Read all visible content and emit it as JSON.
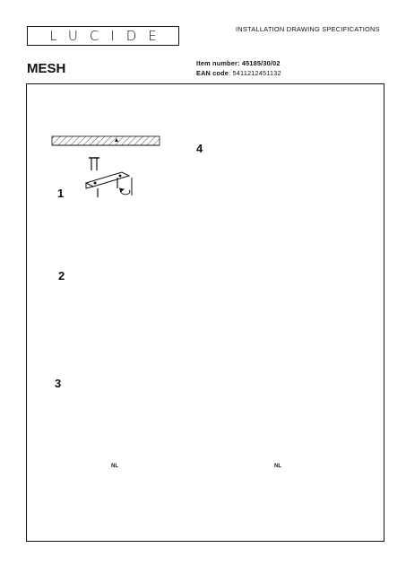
{
  "brand": {
    "logo_text": "LUCIDE"
  },
  "header": {
    "title": "INSTALLATION DRAWING SPECIFICATIONS"
  },
  "product": {
    "name": "MESH",
    "item_number_label": "Item number:",
    "item_number": "45185/30/02",
    "ean_label": "EAN code",
    "ean": ": 5411212451132"
  },
  "steps": [
    "1",
    "2",
    "3",
    "4"
  ],
  "badge": {
    "nl": "NL"
  },
  "icons": [
    "screw-icon",
    "screwdriver-icon",
    "bulb-icon",
    "rotate-arrow-icon",
    "cross-icon"
  ]
}
